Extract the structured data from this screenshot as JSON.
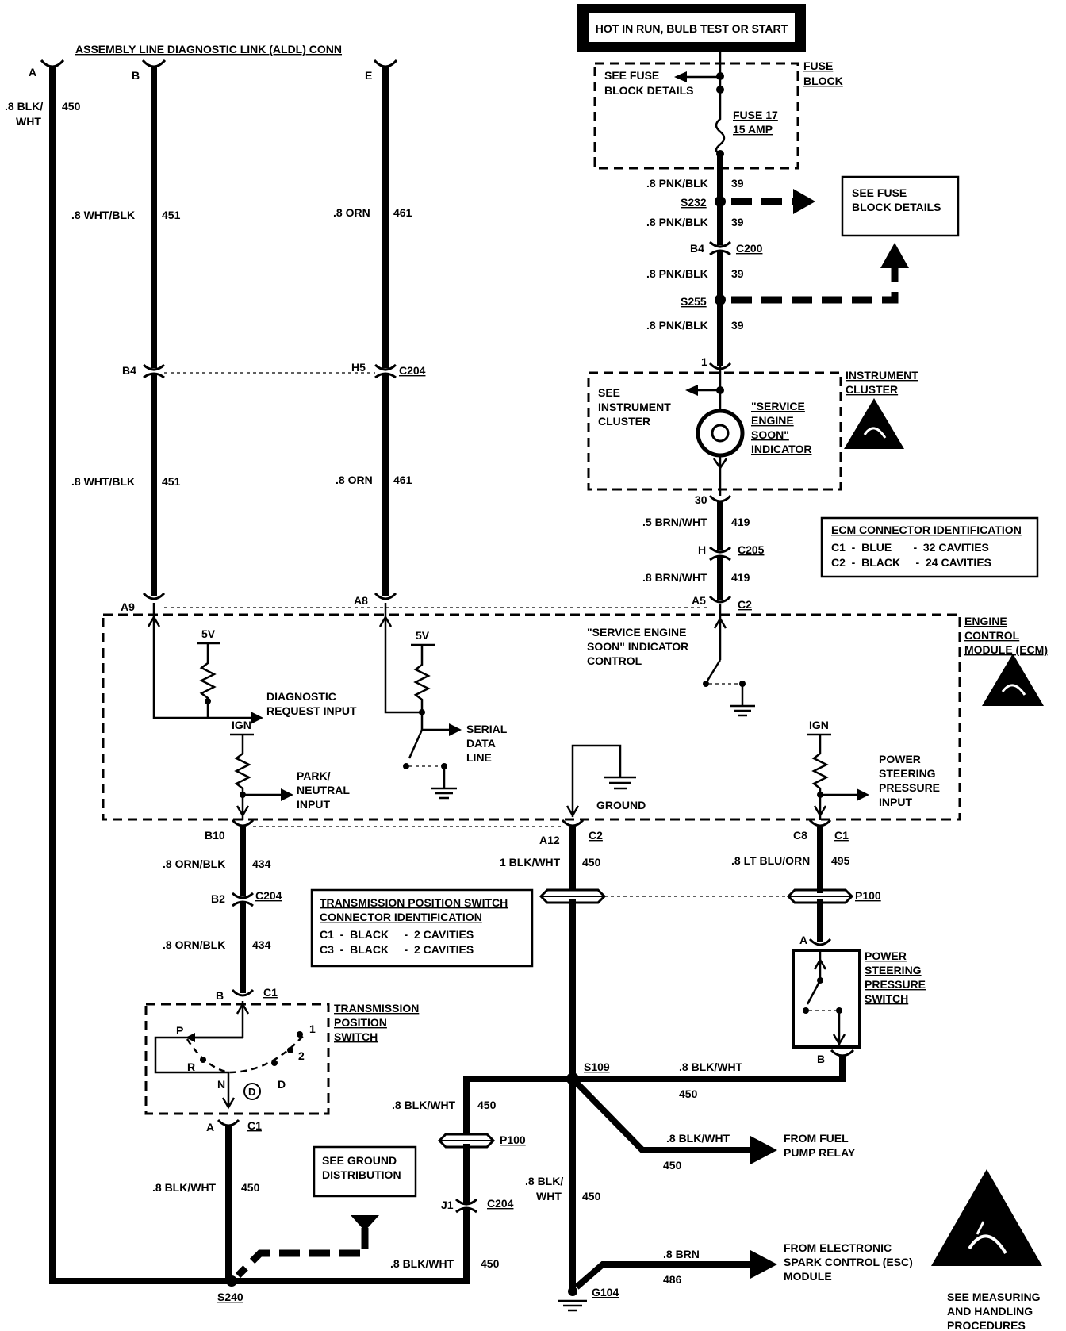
{
  "header": {
    "power_label": "HOT IN RUN, BULB TEST OR START"
  },
  "aldl": {
    "title": "ASSEMBLY LINE DIAGNOSTIC LINK (ALDL) CONN",
    "pin_a": "A",
    "pin_b": "B",
    "pin_e": "E"
  },
  "fuse_block": {
    "name_line1": "FUSE",
    "name_line2": "BLOCK",
    "see_line1": "SEE FUSE",
    "see_line2": "BLOCK DETAILS",
    "fuse_line1": "FUSE 17",
    "fuse_line2": "15 AMP"
  },
  "fuse_details_box": {
    "line1": "SEE FUSE",
    "line2": "BLOCK DETAILS"
  },
  "wires": {
    "w450_a_color1": ".8 BLK/",
    "w450_a_color2": "WHT",
    "w450_a_num": "450",
    "w451_upper_color": ".8 WHT/BLK",
    "w451_upper_num": "451",
    "w461_upper_color": ".8 ORN",
    "w461_upper_num": "461",
    "w451_lower_color": ".8 WHT/BLK",
    "w451_lower_num": "451",
    "w461_lower_color": ".8 ORN",
    "w461_lower_num": "461",
    "w39_1_color": ".8 PNK/BLK",
    "w39_1_num": "39",
    "w39_2_color": ".8 PNK/BLK",
    "w39_2_num": "39",
    "w39_3_color": ".8 PNK/BLK",
    "w39_3_num": "39",
    "w39_4_color": ".8 PNK/BLK",
    "w39_4_num": "39",
    "w419_1_color": ".5 BRN/WHT",
    "w419_1_num": "419",
    "w419_2_color": ".8 BRN/WHT",
    "w419_2_num": "419",
    "w434_1_color": ".8 ORN/BLK",
    "w434_1_num": "434",
    "w434_2_color": ".8 ORN/BLK",
    "w434_2_num": "434",
    "w450_b_color": "1 BLK/WHT",
    "w450_b_num": "450",
    "w495_color": ".8 LT BLU/ORN",
    "w495_num": "495",
    "w450_c_color": ".8 BLK/WHT",
    "w450_c_num": "450",
    "w450_d_color": ".8 BLK/WHT",
    "w450_d_num": "450",
    "w450_e_color": ".8 BLK/WHT",
    "w450_e_num": "450",
    "w450_f_color": ".8 BLK/WHT",
    "w450_f_num": "450",
    "w450_g_color1": ".8 BLK/",
    "w450_g_color2": "WHT",
    "w450_g_num": "450",
    "w450_h_color": ".8 BLK/WHT",
    "w450_h_num": "450",
    "w486_color": ".8 BRN",
    "w486_num": "486"
  },
  "splices": {
    "s232": "S232",
    "s255": "S255",
    "s109": "S109",
    "s240": "S240",
    "g104": "G104"
  },
  "connectors": {
    "c200_pin": "B4",
    "c200": "C200",
    "b4_pin": "B4",
    "h5_pin": "H5",
    "c204": "C204",
    "ic_pin1": "1",
    "ic_pin30": "30",
    "c205_pin": "H",
    "c205": "C205",
    "a9": "A9",
    "a8": "A8",
    "a5": "A5",
    "c2_top": "C2",
    "b10": "B10",
    "a12": "A12",
    "c2_bot": "C2",
    "c8": "C8",
    "c1_ecm": "C1",
    "b2": "B2",
    "c204_b": "C204",
    "tps_b": "B",
    "tps_c1_top": "C1",
    "tps_a": "A",
    "tps_c1_bot": "C1",
    "p100_upper": "P100",
    "p100_lower": "P100",
    "ps_a": "A",
    "ps_b": "B",
    "j1": "J1",
    "c204_j": "C204"
  },
  "instrument_cluster": {
    "name_line1": "INSTRUMENT",
    "name_line2": "CLUSTER",
    "see_line1": "SEE",
    "see_line2": "INSTRUMENT",
    "see_line3": "CLUSTER",
    "ind_line1": "\"SERVICE",
    "ind_line2": "ENGINE",
    "ind_line3": "SOON\"",
    "ind_line4": "INDICATOR"
  },
  "ecm_id": {
    "title": "ECM CONNECTOR IDENTIFICATION",
    "row1": "C1  -  BLUE       -  32 CAVITIES",
    "row2": "C2  -  BLACK     -  24 CAVITIES"
  },
  "ecm": {
    "name_line1": "ENGINE",
    "name_line2": "CONTROL",
    "name_line3": "MODULE (ECM)",
    "v5_a": "5V",
    "v5_b": "5V",
    "ign_a": "IGN",
    "ign_b": "IGN",
    "diag_line1": "DIAGNOSTIC",
    "diag_line2": "REQUEST INPUT",
    "serial_line1": "SERIAL",
    "serial_line2": "DATA",
    "serial_line3": "LINE",
    "park_line1": "PARK/",
    "park_line2": "NEUTRAL",
    "park_line3": "INPUT",
    "ground": "GROUND",
    "ses_line1": "\"SERVICE ENGINE",
    "ses_line2": "SOON\" INDICATOR",
    "ses_line3": "CONTROL",
    "psp_line1": "POWER",
    "psp_line2": "STEERING",
    "psp_line3": "PRESSURE",
    "psp_line4": "INPUT"
  },
  "tps_id": {
    "title_line1": "TRANSMISSION POSITION SWITCH",
    "title_line2": "CONNECTOR IDENTIFICATION",
    "row1": "C1  -  BLACK     -  2 CAVITIES",
    "row2": "C3  -  BLACK     -  2 CAVITIES"
  },
  "tps": {
    "name_line1": "TRANSMISSION",
    "name_line2": "POSITION",
    "name_line3": "SWITCH",
    "p": "P",
    "r": "R",
    "n": "N",
    "d_circle": "D",
    "d": "D",
    "one": "1",
    "two": "2"
  },
  "ps_switch": {
    "line1": "POWER",
    "line2": "STEERING",
    "line3": "PRESSURE",
    "line4": "SWITCH"
  },
  "ground_dist": {
    "line1": "SEE GROUND",
    "line2": "DISTRIBUTION"
  },
  "fuel_pump": {
    "line1": "FROM FUEL",
    "line2": "PUMP RELAY"
  },
  "esc": {
    "line1": "FROM ELECTRONIC",
    "line2": "SPARK CONTROL (ESC)",
    "line3": "MODULE"
  },
  "esd": {
    "line1": "SEE MEASURING",
    "line2": "AND HANDLING",
    "line3": "PROCEDURES"
  }
}
